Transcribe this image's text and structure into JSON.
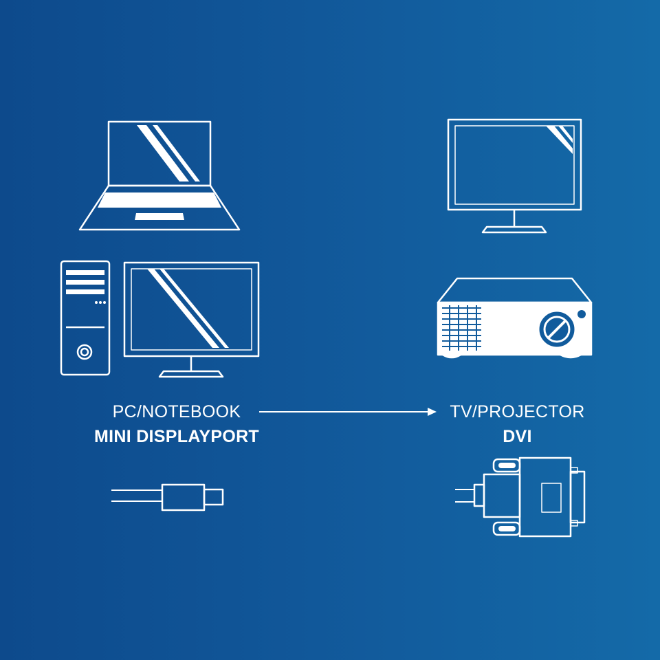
{
  "source": {
    "category": "PC/NOTEBOOK",
    "port": "MINI DISPLAYPORT"
  },
  "target": {
    "category": "TV/PROJECTOR",
    "port": "DVI"
  },
  "colors": {
    "background_left": "#0d4a8c",
    "background_right": "#146aa8",
    "foreground": "#ffffff"
  },
  "icons": [
    "laptop-icon",
    "desktop-tower-icon",
    "monitor-icon",
    "tv-icon",
    "projector-icon",
    "mini-displayport-plug-icon",
    "dvi-plug-icon",
    "arrow-right-icon"
  ]
}
